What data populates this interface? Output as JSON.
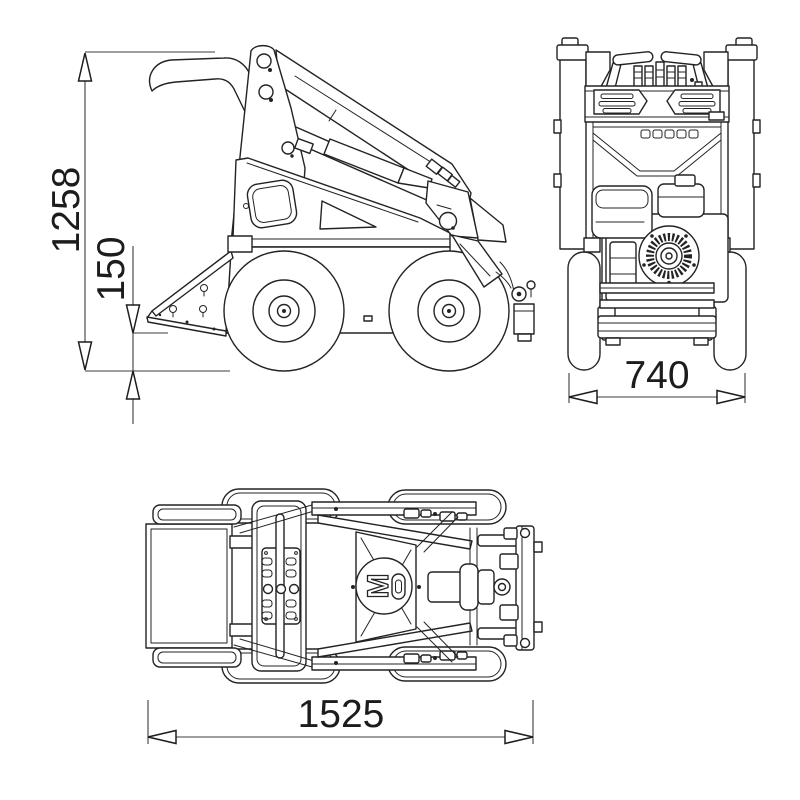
{
  "dimensions": {
    "overall_height": "1258",
    "ground_clearance": "150",
    "overall_width": "740",
    "overall_length": "1525"
  },
  "colors": {
    "background": "#ffffff",
    "drawing_line": "#232323",
    "dimension_line": "#3d3d3d",
    "text": "#1c1c1c"
  }
}
